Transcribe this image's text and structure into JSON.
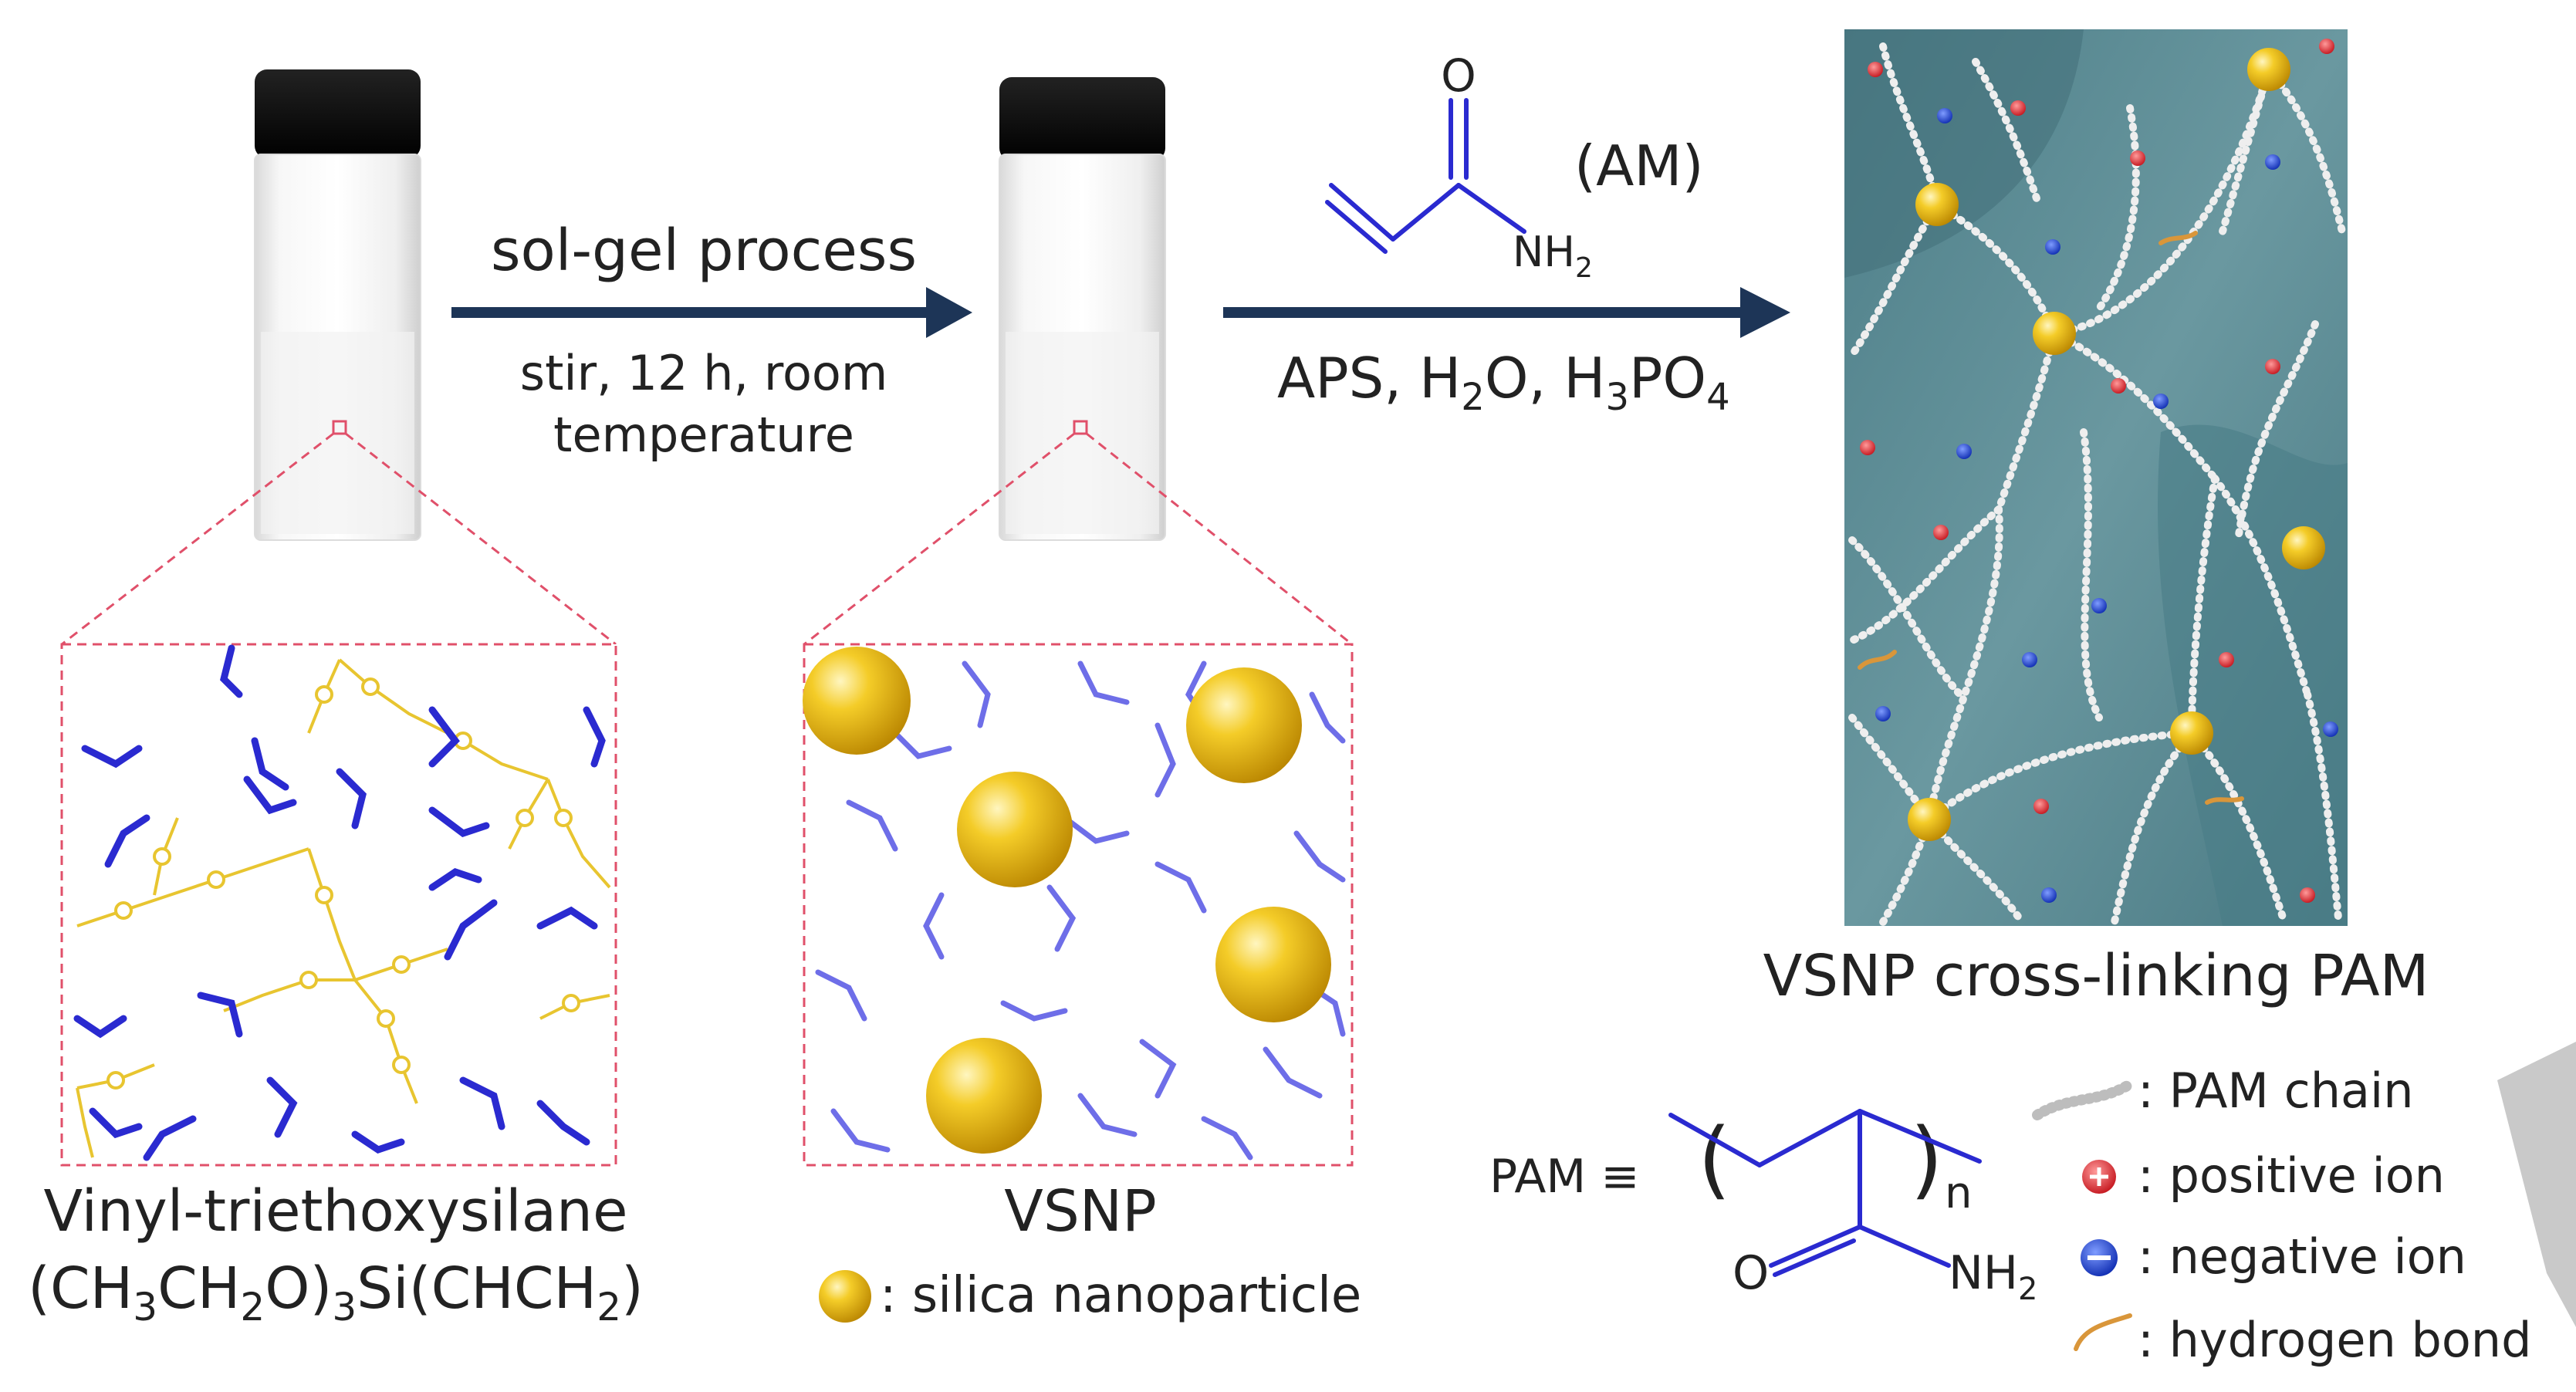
{
  "step1": {
    "label_top": "sol-gel process",
    "label_bottom_1": "stir, 12 h, room",
    "label_bottom_2": "temperature"
  },
  "step2": {
    "monomer_label": "(AM)",
    "atom_o": "O",
    "atom_nh": "NH",
    "sub_2": "2",
    "cond_a": "APS, H",
    "cond_b": "O, H",
    "cond_c": "PO",
    "sub_3": "3",
    "sub_4": "4"
  },
  "left_panel": {
    "name": "Vinyl-triethoxysilane",
    "formula_parts": [
      "(CH",
      "3",
      "CH",
      "2",
      "O)",
      "3",
      "Si(CHCH",
      "2",
      ")"
    ]
  },
  "middle_panel": {
    "name": "VSNP",
    "legend_silica": ": silica nanoparticle"
  },
  "right_panel": {
    "caption": "VSNP cross-linking PAM"
  },
  "pam_formula": {
    "lhs": "PAM ≡",
    "sub_n": "n",
    "atom_o": "O",
    "atom_nh": "NH",
    "sub_2": "2"
  },
  "legend": {
    "items": [
      ": PAM chain",
      ": positive ion",
      ": negative ion",
      ": hydrogen bond"
    ]
  },
  "colors": {
    "arrow": "#1d3557",
    "bond": "#2a2ad0",
    "bond_light": "#6e6ee8",
    "silica": "#f2c21a",
    "silica_dark": "#c48f00",
    "siloxane": "#e8c530",
    "dashed_frame": "#e0506a",
    "hydrogel_bg": "#5a8a93",
    "positive_ion": "#d8282e",
    "negative_ion": "#1a3fd6",
    "hbond": "#d9963a"
  }
}
